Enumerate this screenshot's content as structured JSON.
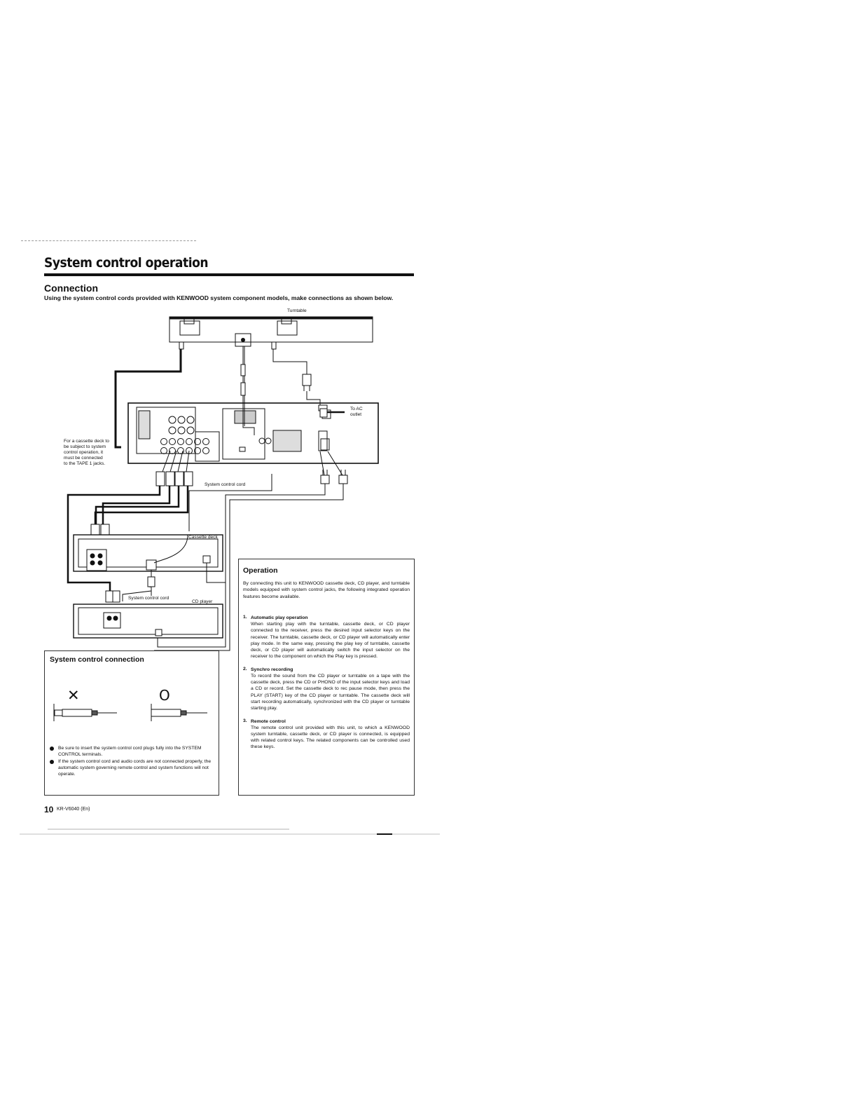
{
  "page": {
    "title": "System control operation",
    "page_number": "10",
    "model": "KR-V6040 (En)"
  },
  "connection": {
    "heading": "Connection",
    "intro": "Using the system control cords provided with KENWOOD system component models, make connections as shown below."
  },
  "diagram": {
    "labels": {
      "turntable": "Turntable",
      "ac_outlet_1": "To AC",
      "ac_outlet_2": "outlet",
      "cassette_note_1": "For a cassette deck to",
      "cassette_note_2": "be subject to system",
      "cassette_note_3": "control operation, it",
      "cassette_note_4": "must be connected",
      "cassette_note_5": "to the TAPE 1 jacks.",
      "system_control_cord_1": "System control cord",
      "cassette_deck": "Cassette deck",
      "system_control_cord_2": "System control cord",
      "cd_player": "CD player"
    }
  },
  "system_control_connection": {
    "heading": "System control connection",
    "wrong_mark": "✕",
    "correct_mark": "O",
    "notes": [
      "Be sure to insert the system control cord plugs fully into the SYSTEM CONTROL terminals.",
      "If the system control cord and audio cords are not connected properly, the automatic system governing remote control and system functions will not operate."
    ]
  },
  "operation": {
    "heading": "Operation",
    "intro": "By connecting this unit to KENWOOD cassette deck, CD player, and turntable models equipped with system control jacks, the following integrated operation features become available.",
    "items": [
      {
        "num": "1.",
        "title": "Automatic play operation",
        "body": "When starting play with the turntable, cassette deck, or CD player connected to the receiver, press the desired input selector keys on the receiver. The turntable, cassette deck, or CD player will automatically enter play mode. In the same way, pressing the play key of turntable, cassette deck, or CD player will automatically switch the input selector on the receiver to the component on which the Play key is pressed."
      },
      {
        "num": "2.",
        "title": "Synchro recording",
        "body": "To record the sound from the CD player or turntable on a tape with the cassette deck, press the CD or PHONO of the input selector keys and load a CD or record. Set the cassette deck to rec pause mode, then press the PLAY (START) key of the CD player or turntable. The cassette deck will start recording automatically, synchronized with the CD player or turntable starting play."
      },
      {
        "num": "3.",
        "title": "Remote control",
        "body": "The remote control unit provided with this unit, to which a KENWOOD system turntable, cassette deck, or CD player is connected, is equipped with related control keys. The related components can be controlled used these keys."
      }
    ]
  },
  "colors": {
    "ink": "#111111",
    "paper": "#ffffff",
    "line_gray": "#888888"
  },
  "icons": [
    "bullet-dot-icon",
    "wrong-x-icon",
    "correct-o-icon",
    "plug-icon"
  ]
}
